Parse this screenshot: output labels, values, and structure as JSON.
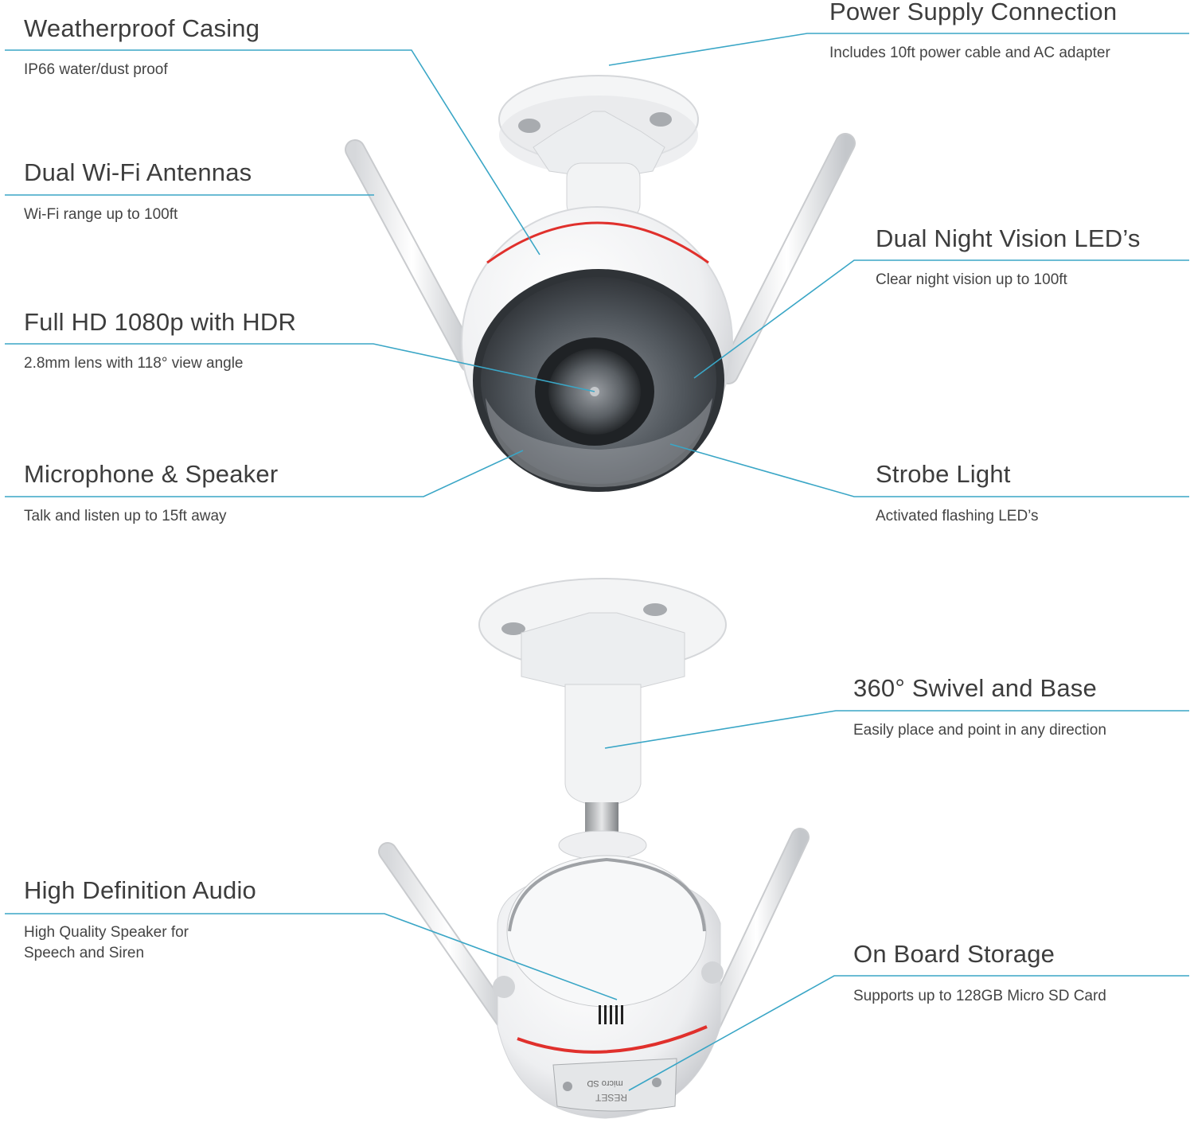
{
  "accent_line_color": "#3aa6c6",
  "brand_ring_color": "#e0302c",
  "features": [
    {
      "id": "weatherproof",
      "title": "Weatherproof Casing",
      "desc": [
        "IP66 water/dust proof"
      ]
    },
    {
      "id": "power",
      "title": "Power Supply Connection",
      "desc": [
        "Includes 10ft power cable and AC adapter"
      ]
    },
    {
      "id": "antennas",
      "title": "Dual Wi-Fi Antennas",
      "desc": [
        "Wi-Fi range up to 100ft"
      ]
    },
    {
      "id": "night-vision",
      "title": "Dual Night Vision LED’s",
      "desc": [
        "Clear night vision up to 100ft"
      ]
    },
    {
      "id": "full-hd",
      "title": "Full HD 1080p with HDR",
      "desc": [
        "2.8mm lens with 118° view angle"
      ]
    },
    {
      "id": "mic-speaker",
      "title": "Microphone & Speaker",
      "desc": [
        "Talk and listen up to 15ft away"
      ]
    },
    {
      "id": "strobe",
      "title": "Strobe Light",
      "desc": [
        "Activated flashing LED’s"
      ]
    },
    {
      "id": "swivel",
      "title": "360° Swivel and Base",
      "desc": [
        "Easily place and point in any direction"
      ]
    },
    {
      "id": "hd-audio",
      "title": "High Definition Audio",
      "desc": [
        "High Quality Speaker for",
        "Speech and Siren"
      ]
    },
    {
      "id": "storage",
      "title": "On Board Storage",
      "desc": [
        "Supports up to 128GB Micro SD Card"
      ]
    }
  ],
  "device_labels": {
    "sd_slot": "micro SD",
    "reset": "RESET"
  }
}
